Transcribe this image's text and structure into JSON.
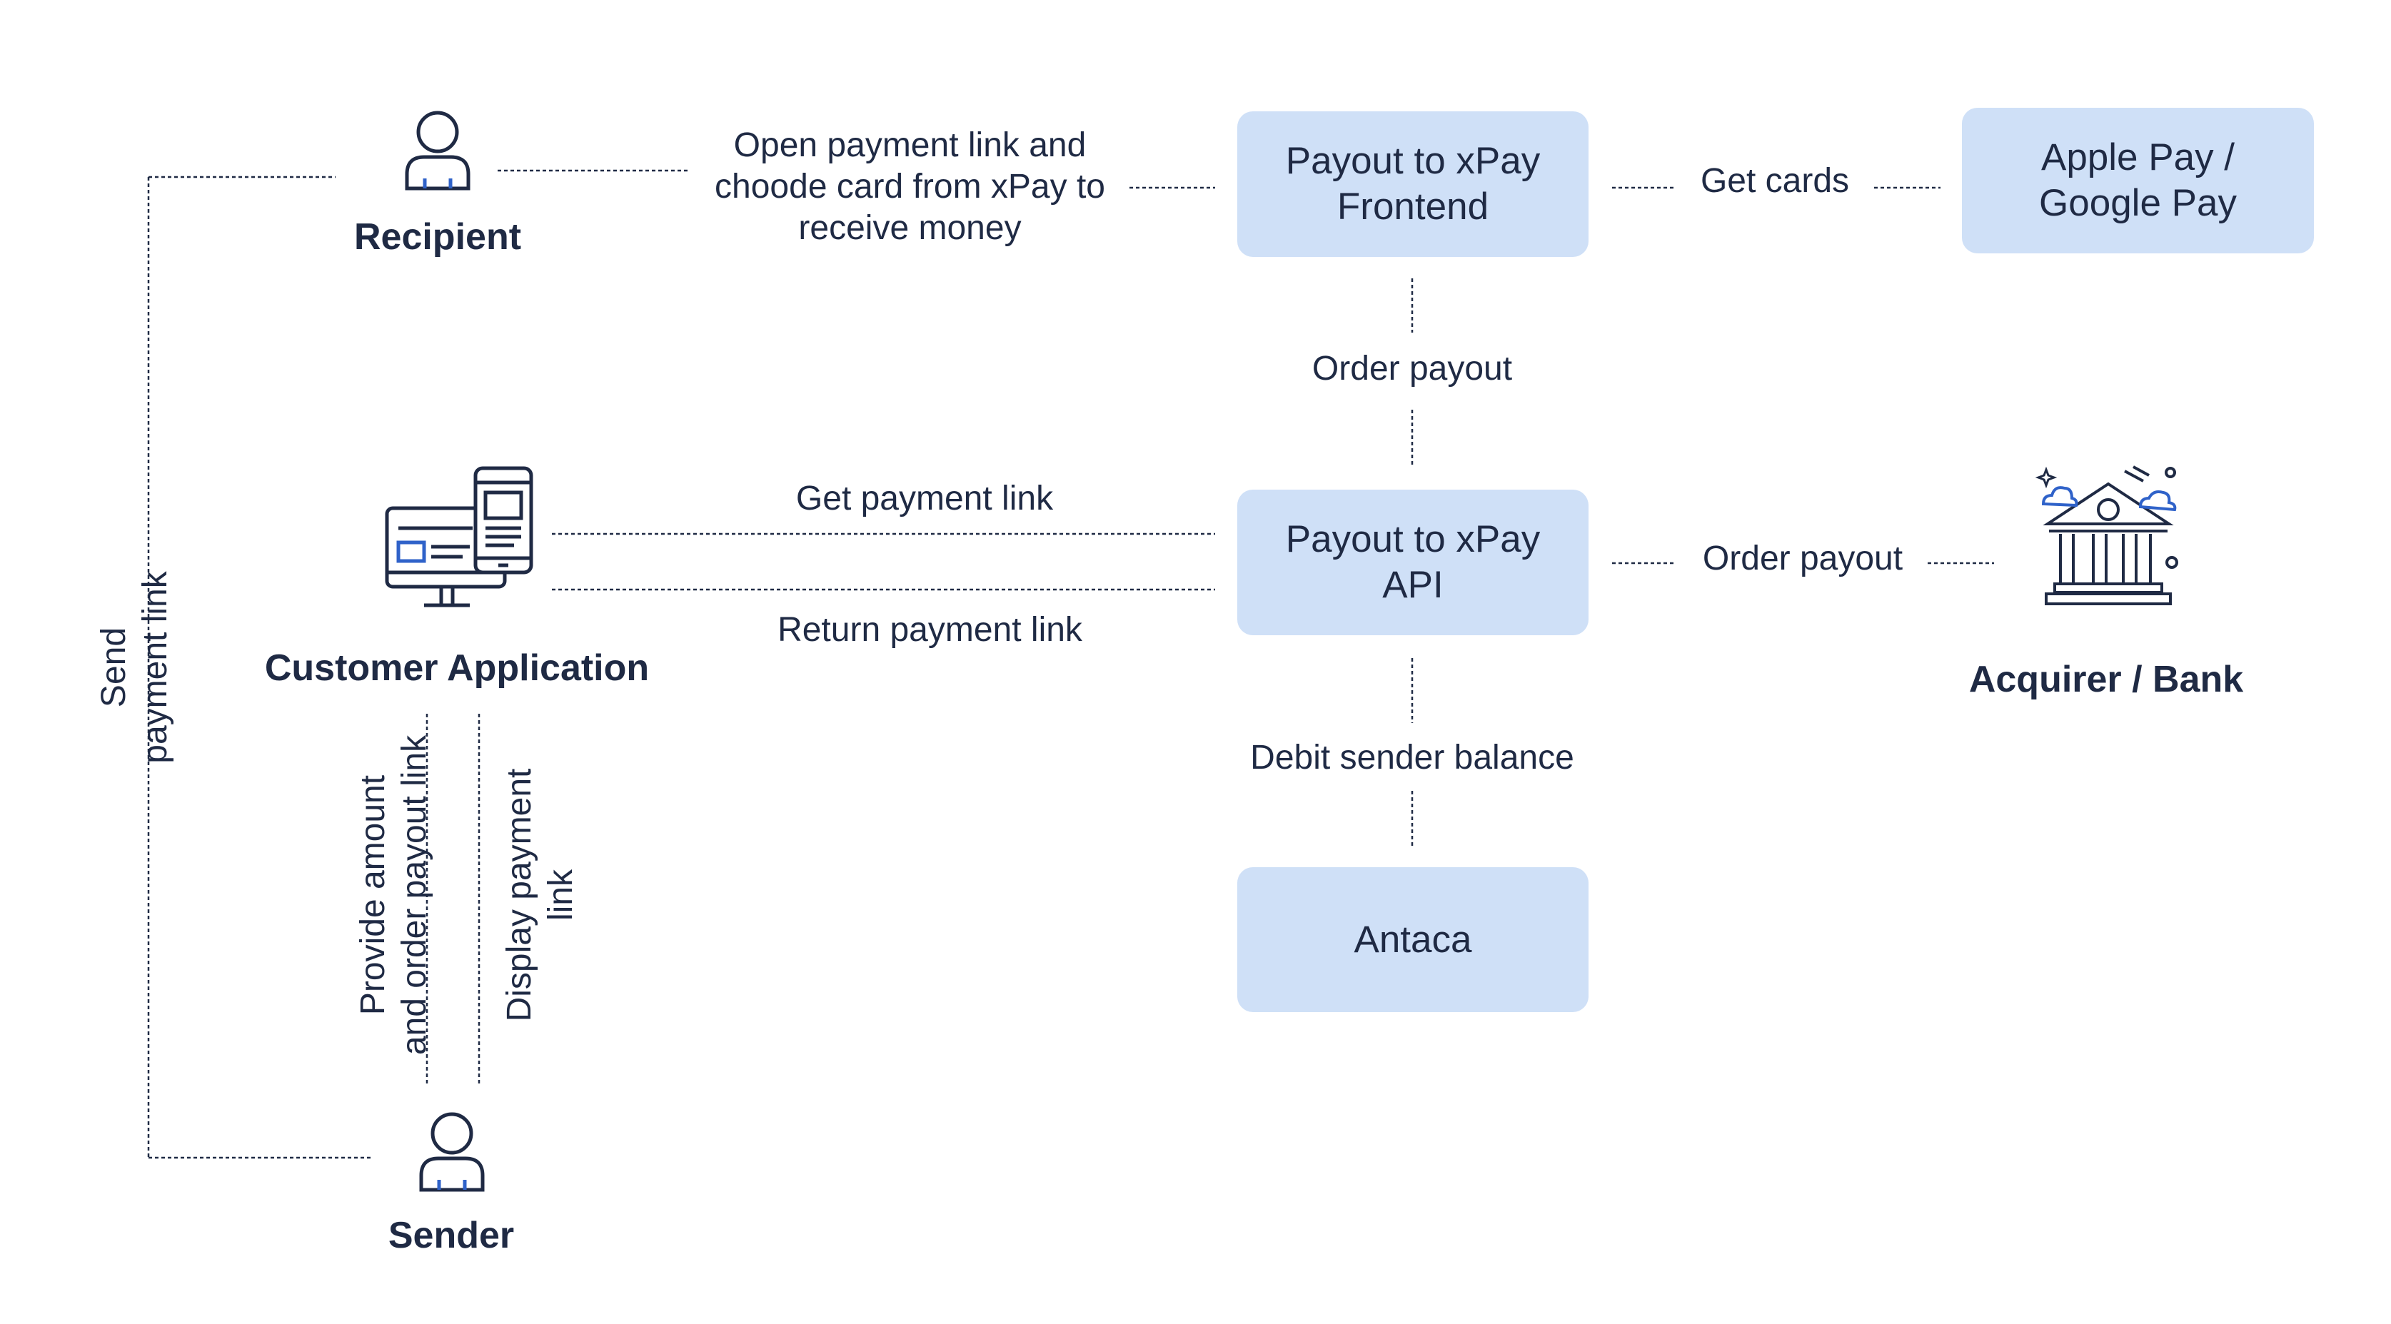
{
  "colors": {
    "box_fill": "#cfe0f7",
    "text": "#1f2a44",
    "line": "#1f2a44",
    "accent": "#2f62c9"
  },
  "actors": {
    "recipient": "Recipient",
    "customer_application": "Customer Application",
    "sender": "Sender",
    "acquirer_bank": "Acquirer / Bank"
  },
  "icons": {
    "recipient": "person-icon",
    "customer_application": "desktop-and-mobile-icon",
    "sender": "person-icon",
    "acquirer_bank": "bank-icon"
  },
  "boxes": {
    "frontend": "Payout to xPay\nFrontend",
    "wallets": "Apple Pay /\nGoogle Pay",
    "api": "Payout to xPay\nAPI",
    "antaca": "Antaca"
  },
  "edges": {
    "open_link": "Open payment link and\nchoode card from xPay to\nreceive money",
    "get_cards": "Get cards",
    "order_payout_vertical": "Order payout",
    "get_payment_link": "Get payment link",
    "return_payment_link": "Return payment link",
    "order_payout_bank": "Order payout",
    "debit_sender_balance": "Debit sender balance",
    "send_payment_link": "Send payment link",
    "provide_amount": "Provide amount\nand order payout link",
    "display_payment_link": "Display payment link"
  }
}
